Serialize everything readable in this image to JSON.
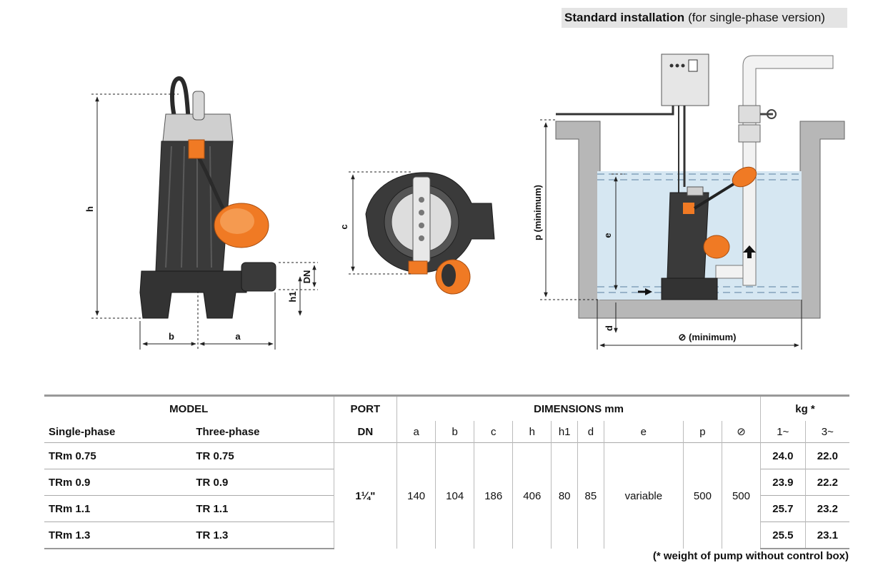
{
  "header": {
    "title_bold": "Standard installation",
    "title_rest": "(for single-phase version)"
  },
  "diagram": {
    "side_labels": {
      "h": "h",
      "b": "b",
      "a": "a",
      "h1": "h1",
      "dn": "DN"
    },
    "top_labels": {
      "c": "c"
    },
    "install_labels": {
      "p": "p (minimum)",
      "e": "e",
      "d": "d",
      "width": "⊘ (minimum)"
    }
  },
  "table": {
    "headers": {
      "model": "MODEL",
      "port": "PORT",
      "dimensions": "DIMENSIONS mm",
      "kg": "kg *"
    },
    "subheaders": [
      "Single-phase",
      "Three-phase",
      "DN",
      "a",
      "b",
      "c",
      "h",
      "h1",
      "d",
      "e",
      "p",
      "⊘",
      "1~",
      "3~"
    ],
    "port_value": "1¼\"",
    "dims": {
      "a": "140",
      "b": "104",
      "c": "186",
      "h": "406",
      "h1": "80",
      "d": "85",
      "e": "variable",
      "p": "500",
      "w": "500"
    },
    "rows": [
      {
        "single": "TRm 0.75",
        "three": "TR 0.75",
        "kg1": "24.0",
        "kg3": "22.0"
      },
      {
        "single": "TRm 0.9",
        "three": "TR 0.9",
        "kg1": "23.9",
        "kg3": "22.2"
      },
      {
        "single": "TRm 1.1",
        "three": "TR 1.1",
        "kg1": "25.7",
        "kg3": "23.2"
      },
      {
        "single": "TRm 1.3",
        "three": "TR 1.3",
        "kg1": "25.5",
        "kg3": "23.1"
      }
    ]
  },
  "footnote": "(* weight of pump without control box)",
  "colors": {
    "pump_body": "#3a3a3a",
    "float": "#f07a24",
    "water": "#d6e7f2",
    "concrete": "#b7b7b7"
  }
}
